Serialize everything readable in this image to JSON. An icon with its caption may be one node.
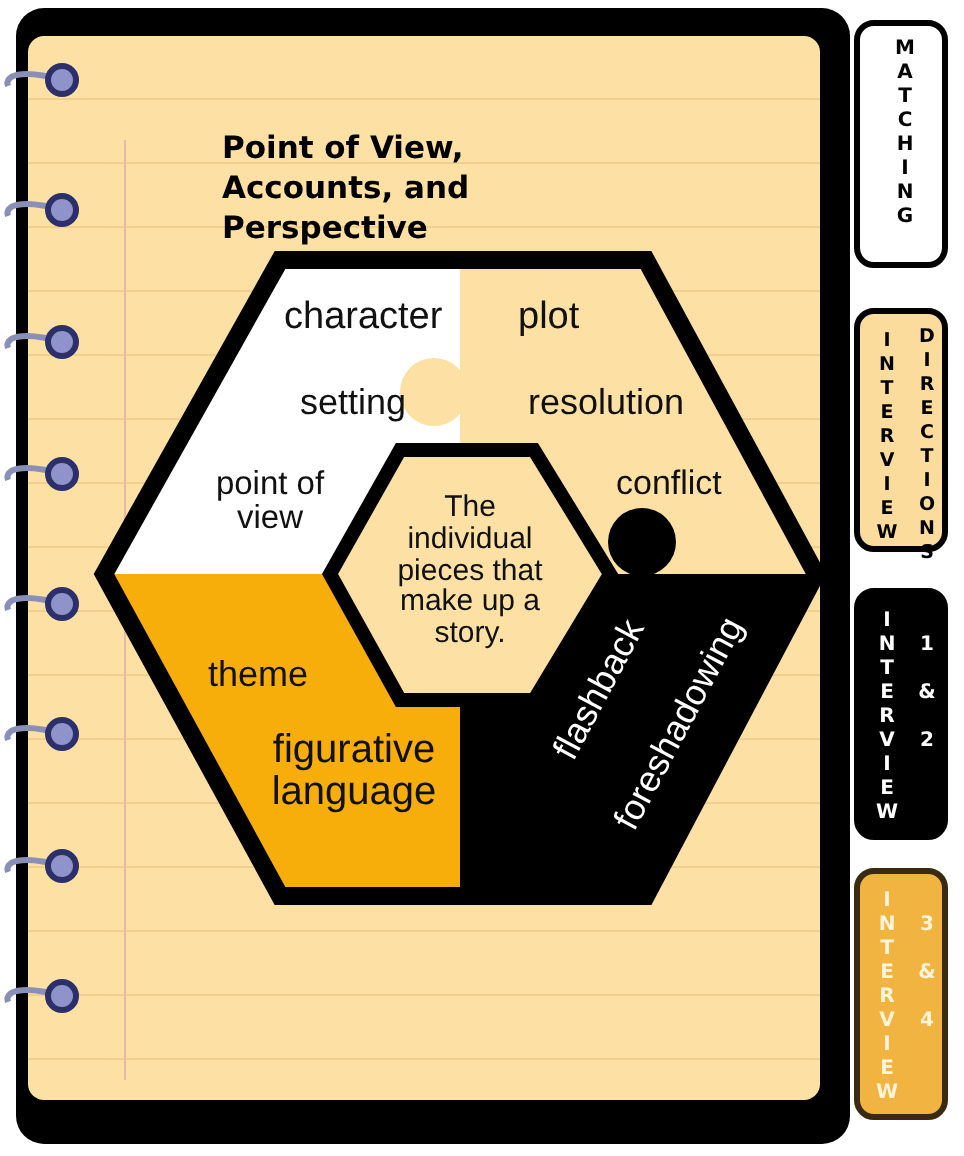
{
  "diagram": {
    "title": "Point of View, Accounts, and Perspective",
    "nodes": [
      {
        "text": [],
        "shape": "hexagon"
      },
      {
        "text": [
          "character",
          "setting",
          "point of view"
        ],
        "in": 0
      },
      {
        "text": [
          "plot",
          "resolution",
          "conflict"
        ],
        "in": 0
      },
      {
        "text": [
          "theme",
          "figurative language"
        ],
        "in": 0
      },
      {
        "text": [
          "flashback",
          "foreshadowing"
        ],
        "in": 0
      },
      {
        "text": [
          "The individual pieces that make up a story."
        ],
        "in": 0
      },
      {
        "text": [
          "MATCHING"
        ]
      },
      {
        "text": [
          "INTERVIEW",
          "DIRECTIONS"
        ]
      },
      {
        "text": [
          "INTERVIEW",
          "1 & 2"
        ]
      },
      {
        "text": [
          "INTERVIEW",
          "3 & 4"
        ]
      }
    ]
  }
}
